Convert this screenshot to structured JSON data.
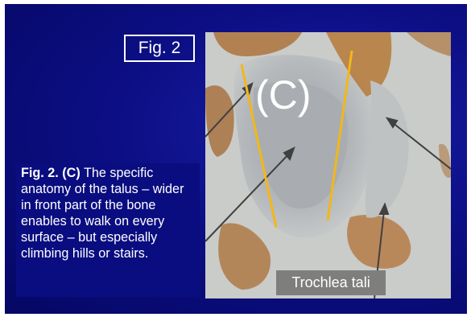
{
  "figure": {
    "label": "Fig. 2",
    "region_label": "(C)",
    "structure_label": "Trochlea tali"
  },
  "caption": {
    "bold_prefix": "Fig. 2. (C)",
    "text": " The specific anatomy of the talus – wider in front part of the bone enables to walk on every surface – but especially climbing hills or stairs."
  },
  "colors": {
    "background": "#0c0f85",
    "guide_lines": "#f2b71a",
    "bone_tint": "#a9682a"
  }
}
